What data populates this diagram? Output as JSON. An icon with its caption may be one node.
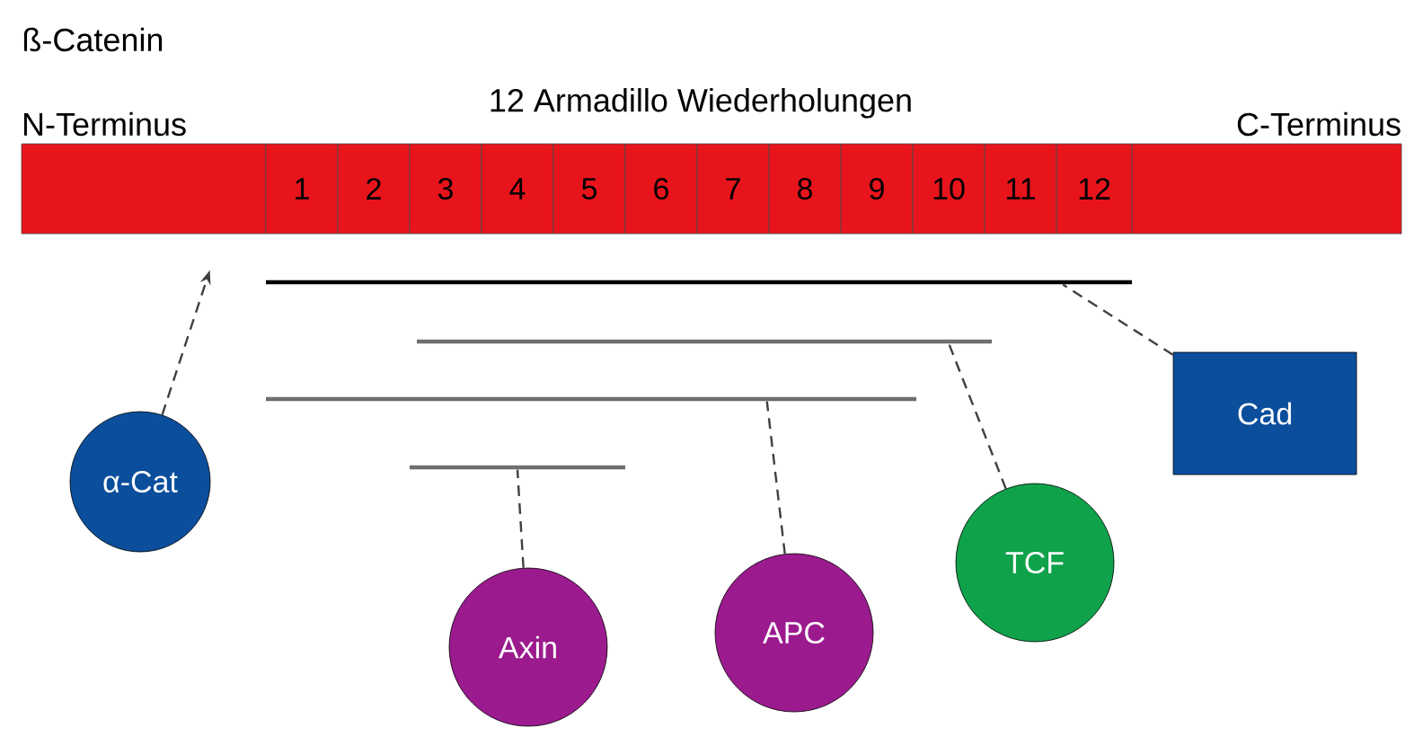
{
  "diagram": {
    "title": "ß-Catenin",
    "nodes": [
      {
        "text": [],
        "shape": "box",
        "beside": [
          "N-Terminus"
        ]
      },
      {
        "text": [
          "1"
        ]
      },
      {
        "text": [
          "2"
        ]
      },
      {
        "text": [
          "3"
        ]
      },
      {
        "text": [
          "4"
        ]
      },
      {
        "text": [
          "5"
        ]
      },
      {
        "text": [
          "6"
        ]
      },
      {
        "text": [
          "7"
        ]
      },
      {
        "text": [
          "8"
        ]
      },
      {
        "text": [
          "9"
        ]
      },
      {
        "text": [
          "10"
        ]
      },
      {
        "text": [
          "11"
        ]
      },
      {
        "text": [
          "12"
        ]
      },
      {
        "text": [],
        "shape": "box",
        "beside": [
          "C-Terminus"
        ]
      },
      {
        "text": [],
        "shape": "bar"
      },
      {
        "text": [],
        "shape": "bar"
      },
      {
        "text": [],
        "shape": "bar"
      },
      {
        "text": [],
        "shape": "bar"
      },
      {
        "text": [
          "α-Cat"
        ]
      },
      {
        "text": [
          "Cad"
        ]
      },
      {
        "text": [
          "TCF"
        ]
      },
      {
        "text": [
          "APC"
        ]
      },
      {
        "text": [
          "Axin"
        ]
      }
    ],
    "edges": [
      {
        "from": 18,
        "to": 0,
        "arrow": "to",
        "style": "dashed"
      },
      {
        "from": 19,
        "to": 14,
        "arrow": "none",
        "style": "dashed"
      },
      {
        "from": 20,
        "to": 15,
        "arrow": "none",
        "style": "dashed"
      },
      {
        "from": 21,
        "to": 16,
        "arrow": "none",
        "style": "dashed"
      },
      {
        "from": 22,
        "to": 17,
        "arrow": "none",
        "style": "dashed"
      }
    ],
    "labels": [
      "12 Armadillo Wiederholungen"
    ]
  }
}
